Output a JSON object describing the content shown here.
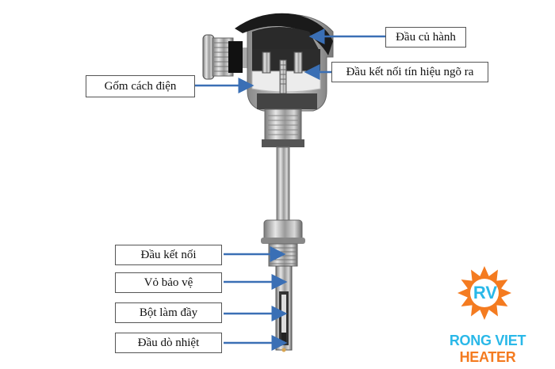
{
  "diagram": {
    "subject": "thermocouple cross-section",
    "labels": [
      {
        "id": "dau-cu-hanh",
        "text": "Đầu củ hành"
      },
      {
        "id": "dau-ket-noi-tin-hieu",
        "text": "Đầu kết nối tín hiệu ngõ ra"
      },
      {
        "id": "gom-cach-dien",
        "text": "Gốm cách điện"
      },
      {
        "id": "dau-ket-noi",
        "text": "Đầu kết nối"
      },
      {
        "id": "vo-bao-ve",
        "text": "Vỏ bảo vệ"
      },
      {
        "id": "bot-lam-day",
        "text": "Bột làm đầy"
      },
      {
        "id": "dau-do-nhiet",
        "text": "Đầu dò nhiệt"
      }
    ],
    "arrow_color": "#3a6fb5"
  },
  "logo": {
    "initials": "RV",
    "brand_part1": "RONG VIET",
    "brand_part2": "HEATER",
    "sun_color": "#f47b20",
    "text_color": "#2ab8e8"
  }
}
